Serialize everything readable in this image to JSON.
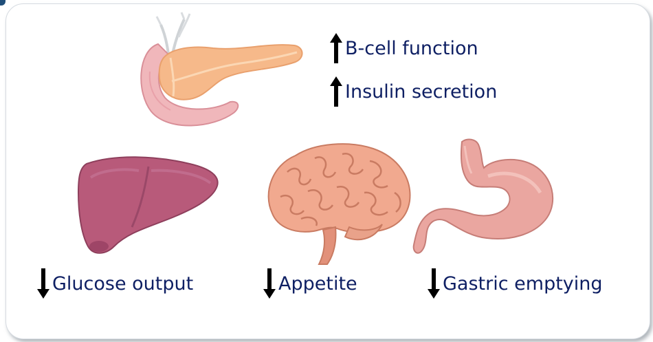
{
  "colors": {
    "text": "#0e1f63",
    "arrow": "#000000",
    "card_border": "#d6dbe1",
    "corner_accent": "#1f4e79"
  },
  "organs": [
    {
      "name": "pancreas",
      "icon": "pancreas-icon"
    },
    {
      "name": "liver",
      "icon": "liver-icon"
    },
    {
      "name": "brain",
      "icon": "brain-icon"
    },
    {
      "name": "stomach",
      "icon": "stomach-icon"
    }
  ],
  "effects": {
    "beta_cell": {
      "direction": "up",
      "label": "B-cell function"
    },
    "insulin": {
      "direction": "up",
      "label": "Insulin secretion"
    },
    "glucose": {
      "direction": "down",
      "label": "Glucose output"
    },
    "appetite": {
      "direction": "down",
      "label": "Appetite"
    },
    "gastric": {
      "direction": "down",
      "label": "Gastric emptying"
    }
  }
}
